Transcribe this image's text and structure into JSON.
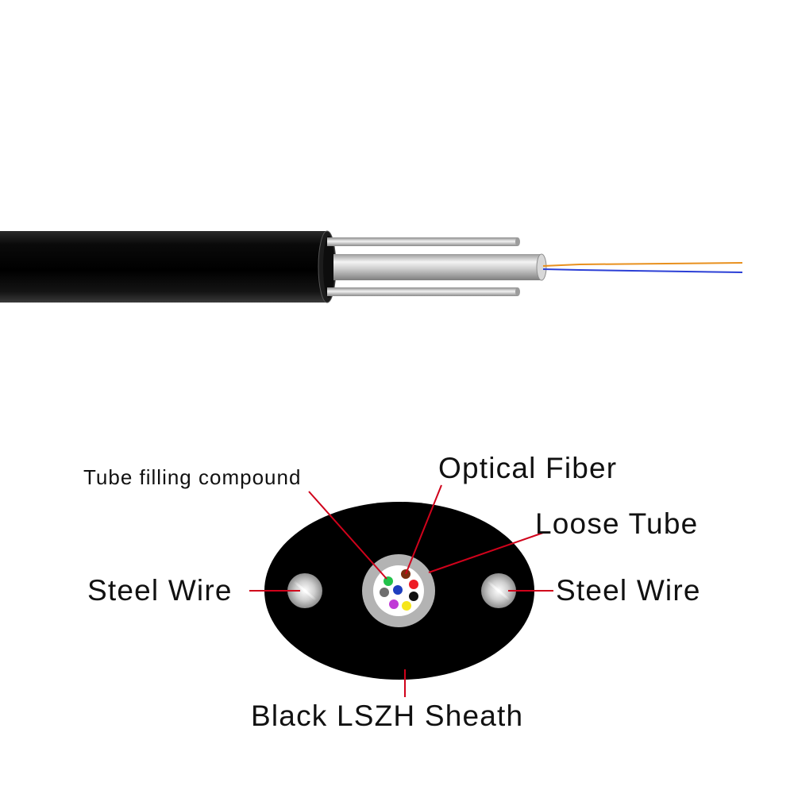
{
  "labels": {
    "tube_filling_compound": "Tube filling compound",
    "optical_fiber": "Optical Fiber",
    "loose_tube": "Loose Tube",
    "steel_wire_left": "Steel Wire",
    "steel_wire_right": "Steel Wire",
    "sheath": "Black LSZH Sheath"
  },
  "colors": {
    "sheath": "#000000",
    "leader_line": "#d0021b",
    "loose_tube": "#b3b3b3",
    "fiber_orange": "#e8901e",
    "fiber_blue": "#2b3fd6",
    "fibers": [
      "#7a2e0e",
      "#22c24a",
      "#ee1c25",
      "#6e6e6e",
      "#1f3fbf",
      "#111111",
      "#c03ad6",
      "#f5e61a"
    ]
  }
}
